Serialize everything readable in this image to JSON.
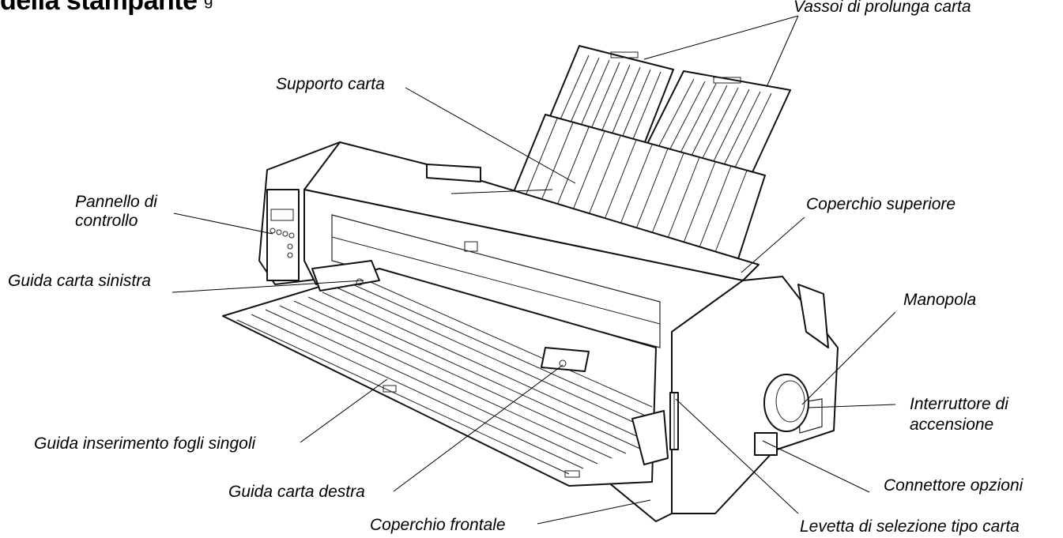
{
  "title": "della stampante",
  "fig_fragment": "g",
  "labels": {
    "vassoi": "Vassoi di prolunga carta",
    "supporto": "Supporto carta",
    "pannello_1": "Pannello di",
    "pannello_2": "controllo",
    "coperchio_sup": "Coperchio superiore",
    "guida_sinistra": "Guida carta sinistra",
    "manopola": "Manopola",
    "interruttore_1": "Interruttore di",
    "interruttore_2": "accensione",
    "guida_inserimento": "Guida inserimento fogli singoli",
    "connettore": "Connettore opzioni",
    "guida_destra": "Guida carta destra",
    "coperchio_front": "Coperchio frontale",
    "levetta": "Levetta di selezione tipo carta"
  }
}
